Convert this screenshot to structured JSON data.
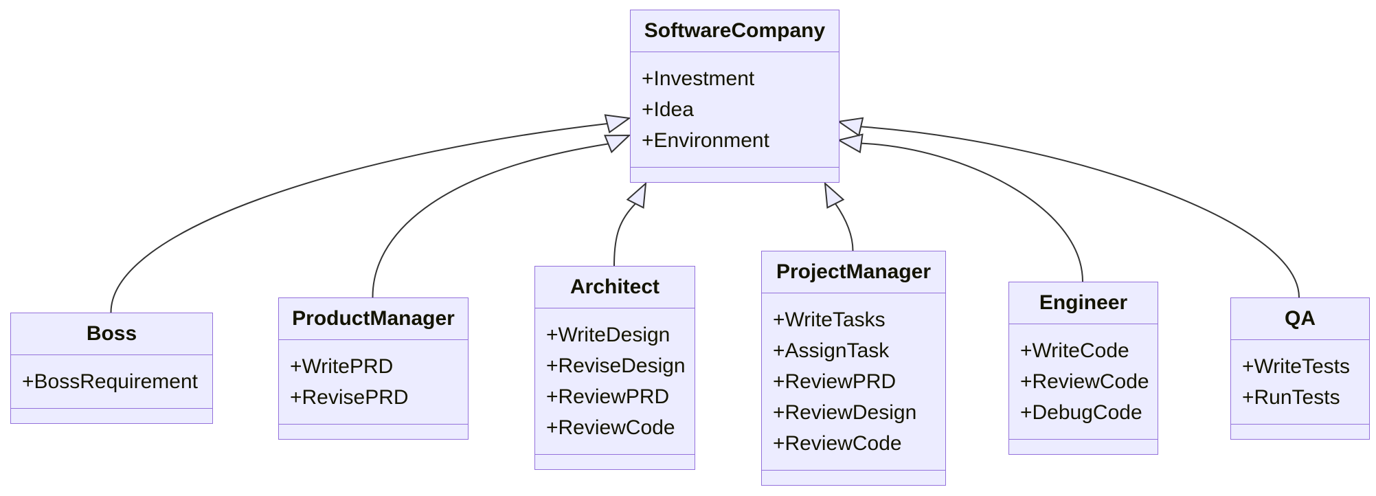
{
  "diagram": {
    "kind": "uml-class-diagram",
    "colors": {
      "background": "#FFFFFF",
      "node_fill": "#ECECFF",
      "node_border": "#9370DB",
      "edge_stroke": "#333333",
      "arrowhead_fill": "#ECECFF",
      "text": "#131300"
    }
  },
  "classes": [
    {
      "id": "software-company",
      "name": "SoftwareCompany",
      "members": [
        "+Investment",
        "+Idea",
        "+Environment"
      ]
    },
    {
      "id": "boss",
      "name": "Boss",
      "members": [
        "+BossRequirement"
      ]
    },
    {
      "id": "product-manager",
      "name": "ProductManager",
      "members": [
        "+WritePRD",
        "+RevisePRD"
      ]
    },
    {
      "id": "architect",
      "name": "Architect",
      "members": [
        "+WriteDesign",
        "+ReviseDesign",
        "+ReviewPRD",
        "+ReviewCode"
      ]
    },
    {
      "id": "project-manager",
      "name": "ProjectManager",
      "members": [
        "+WriteTasks",
        "+AssignTask",
        "+ReviewPRD",
        "+ReviewDesign",
        "+ReviewCode"
      ]
    },
    {
      "id": "engineer",
      "name": "Engineer",
      "members": [
        "+WriteCode",
        "+ReviewCode",
        "+DebugCode"
      ]
    },
    {
      "id": "qa",
      "name": "QA",
      "members": [
        "+WriteTests",
        "+RunTests"
      ]
    }
  ],
  "relations": [
    {
      "from": "Boss",
      "to": "SoftwareCompany",
      "type": "inheritance"
    },
    {
      "from": "ProductManager",
      "to": "SoftwareCompany",
      "type": "inheritance"
    },
    {
      "from": "Architect",
      "to": "SoftwareCompany",
      "type": "inheritance"
    },
    {
      "from": "ProjectManager",
      "to": "SoftwareCompany",
      "type": "inheritance"
    },
    {
      "from": "Engineer",
      "to": "SoftwareCompany",
      "type": "inheritance"
    },
    {
      "from": "QA",
      "to": "SoftwareCompany",
      "type": "inheritance"
    }
  ]
}
